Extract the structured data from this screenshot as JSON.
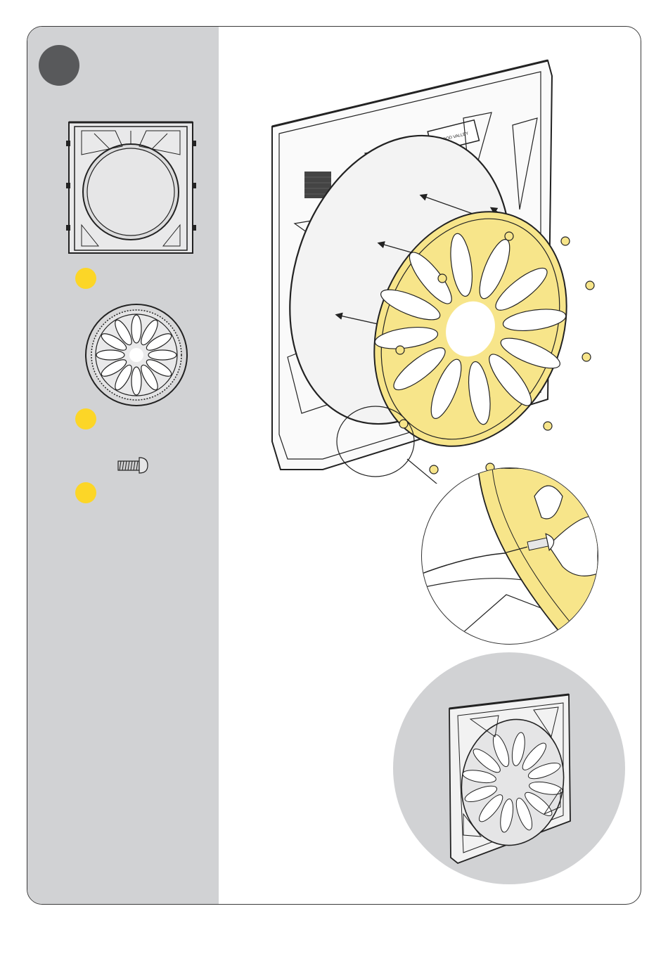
{
  "page": {
    "step_marker": {
      "icon": "step-number-circle",
      "color": "#58595b"
    },
    "sidebar_color": "#d1d2d4",
    "bullet_color": "#fcd627",
    "highlight_color": "#f7e58a"
  },
  "parts": [
    {
      "name": "frame-part",
      "icon": "frame-panel-icon"
    },
    {
      "name": "grille-part",
      "icon": "round-grille-icon"
    },
    {
      "name": "screw-part",
      "icon": "screw-icon"
    }
  ],
  "figures": {
    "main": {
      "icon": "exploded-assembly-illustration",
      "panel_label": "WOOD VALLEY"
    },
    "detail": {
      "icon": "screw-detail-magnifier"
    },
    "result": {
      "icon": "assembled-result-illustration"
    }
  }
}
